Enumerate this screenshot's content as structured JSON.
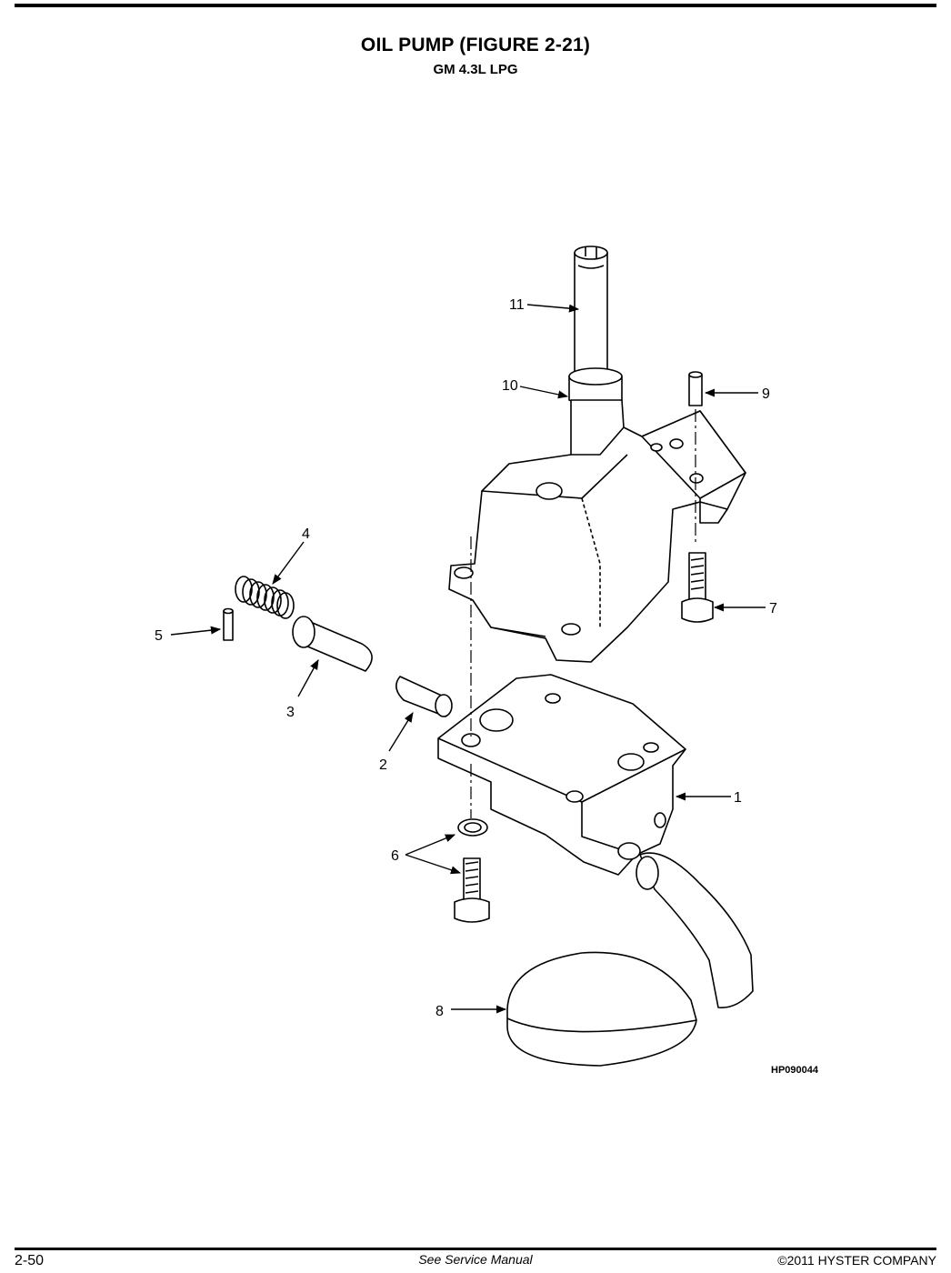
{
  "header": {
    "title": "OIL PUMP (FIGURE 2-21)",
    "subtitle": "GM 4.3L LPG"
  },
  "figure": {
    "callouts": [
      "1",
      "2",
      "3",
      "4",
      "5",
      "6",
      "7",
      "8",
      "9",
      "10",
      "11"
    ],
    "code": "HP090044"
  },
  "footer": {
    "page_number": "2-50",
    "center_text": "See Service Manual",
    "copyright": "©2011 HYSTER COMPANY"
  }
}
